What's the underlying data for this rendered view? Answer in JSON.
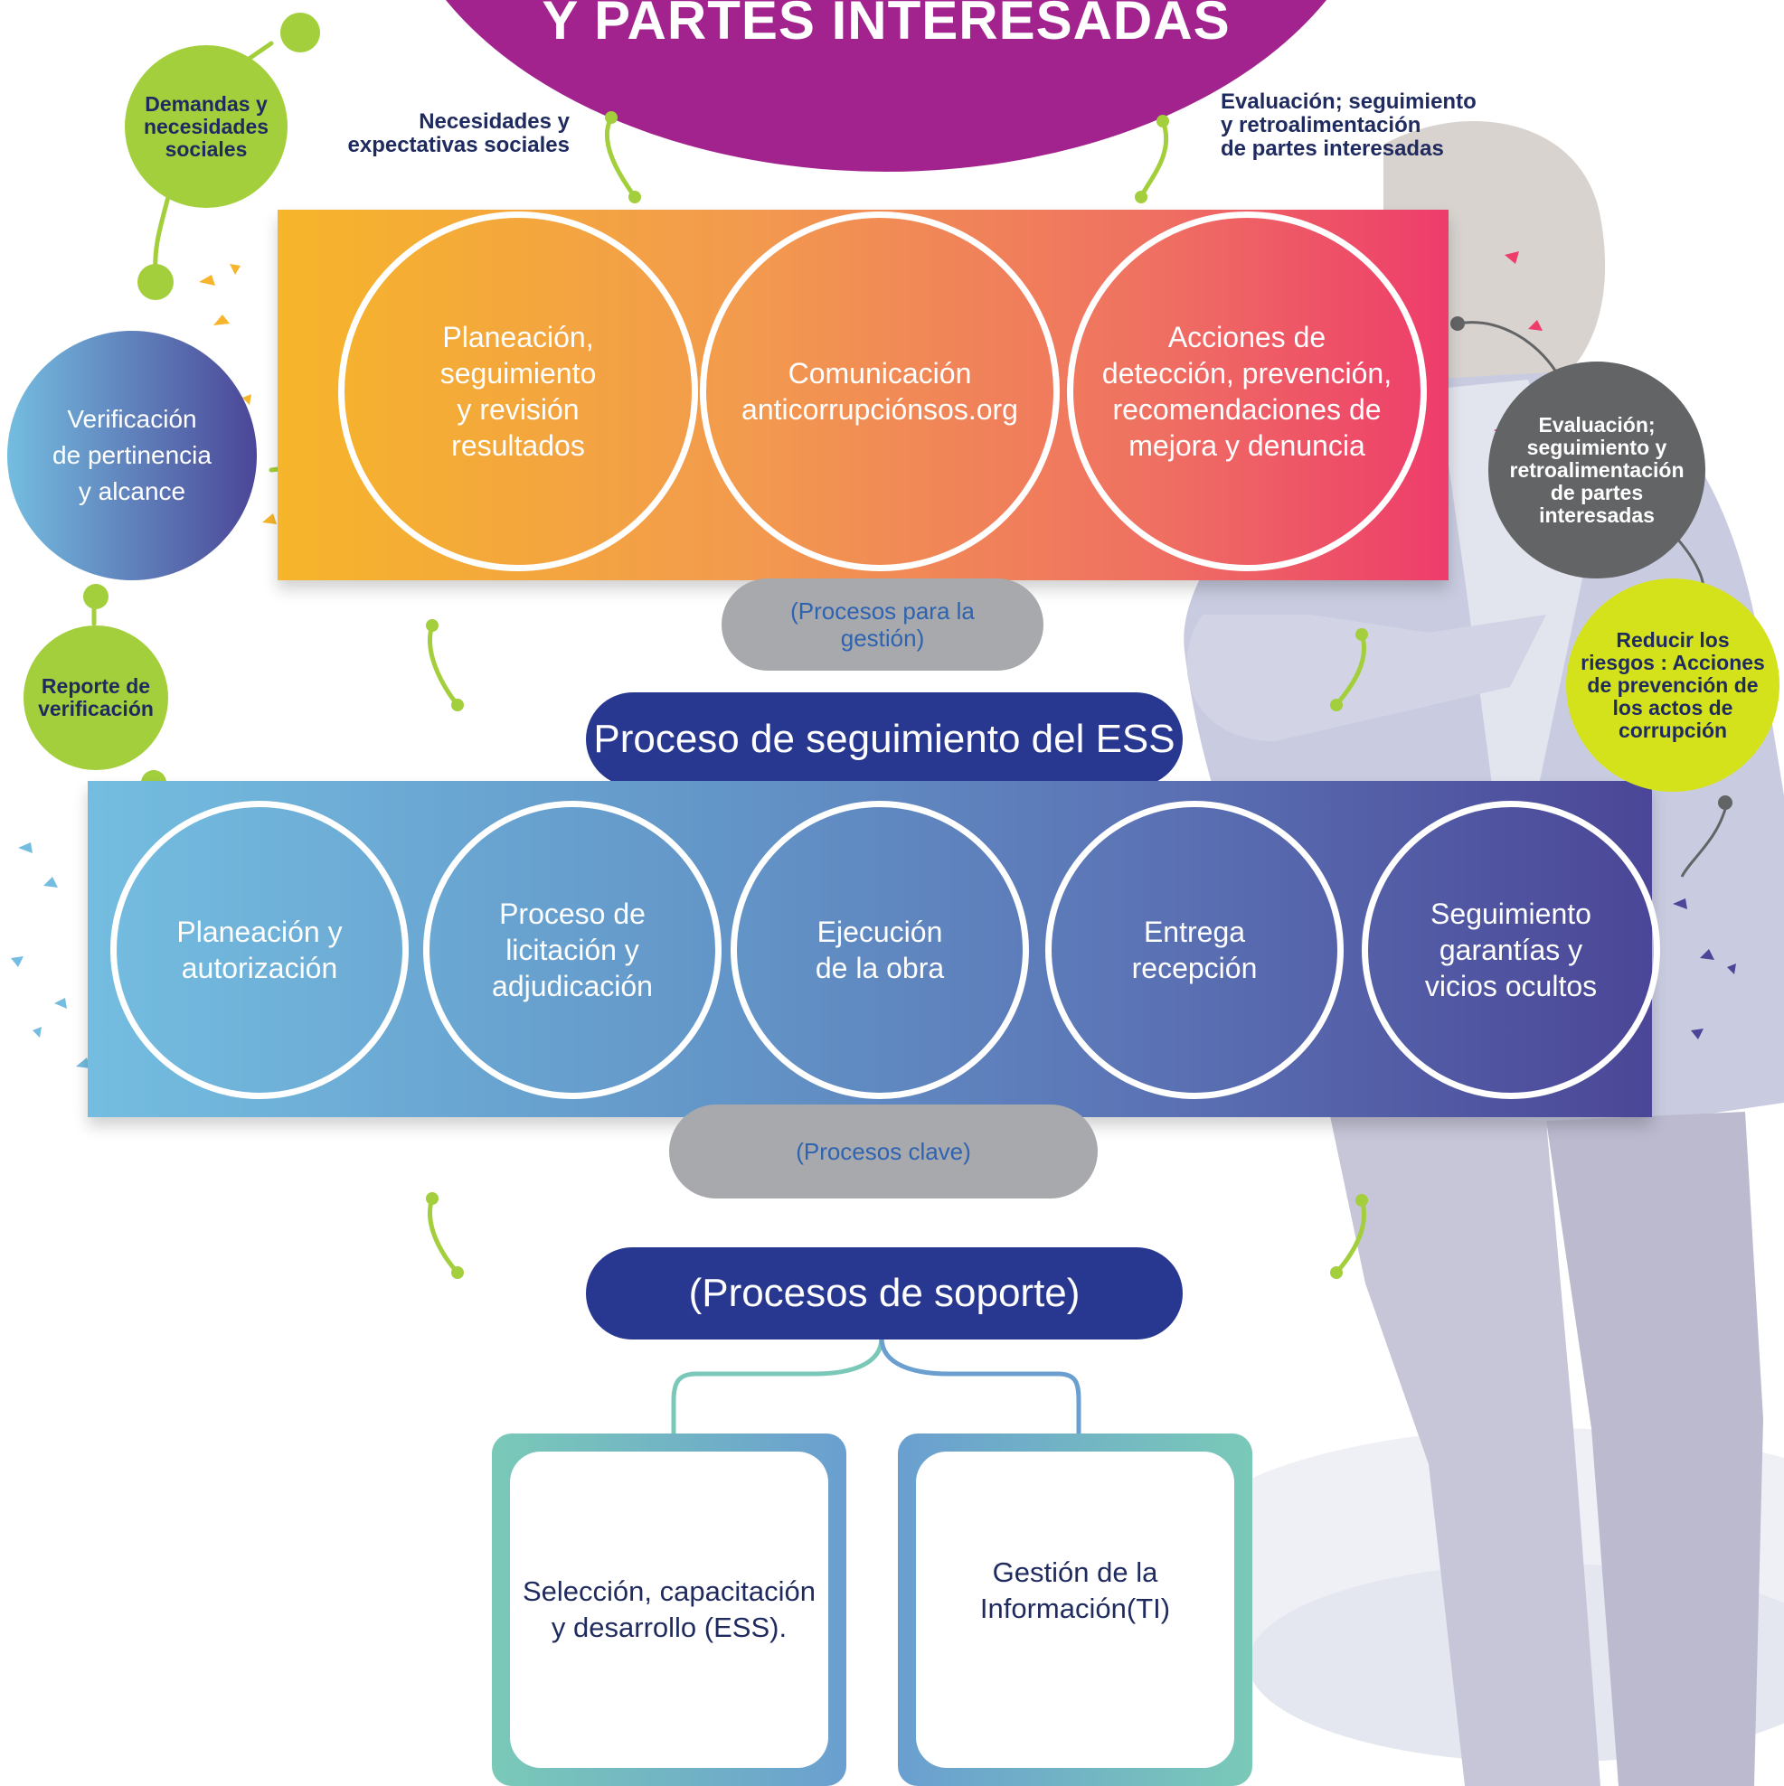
{
  "title": "Y PARTES INTERESADAS",
  "notes": {
    "necesidades": [
      "Necesidades y",
      "expectativas sociales"
    ],
    "evaluacion_top": [
      "Evaluación; seguimiento",
      "y retroalimentación",
      "de partes interesadas"
    ]
  },
  "bubbles": {
    "demandas": [
      "Demandas y",
      "necesidades",
      "sociales"
    ],
    "verificacion": [
      "Verificación",
      "de pertinencia",
      "y  alcance"
    ],
    "reporte": [
      "Reporte de",
      "verificación"
    ],
    "evaluacion": [
      "Evaluación;",
      "seguimiento y",
      "retroalimentación",
      "de partes",
      "interesadas"
    ],
    "reducir": [
      "Reducir los",
      "riesgos : Acciones",
      "de prevención de",
      "los actos de",
      "corrupción"
    ]
  },
  "gestion": {
    "circles": [
      [
        "Planeación,",
        "seguimiento",
        "y revisión",
        "resultados"
      ],
      [
        "Comunicación",
        "anticorrupciónsos.org"
      ],
      [
        "Acciones de",
        "detección, prevención,",
        "recomendaciones de",
        "mejora y denuncia"
      ]
    ],
    "label": [
      "(Procesos para la",
      "gestión)"
    ]
  },
  "seguimiento_title": "Proceso de seguimiento del ESS",
  "clave": {
    "circles": [
      [
        "Planeación y",
        "autorización"
      ],
      [
        "Proceso de",
        "licitación y",
        "adjudicación"
      ],
      [
        "Ejecución",
        "de la obra"
      ],
      [
        "Entrega",
        "recepción"
      ],
      [
        "Seguimiento",
        "garantías y",
        "vicios ocultos"
      ]
    ],
    "label": "(Procesos clave)"
  },
  "soporte_title": "(Procesos de soporte)",
  "soporte": [
    [
      "Selección, capacitación",
      "y desarrollo (ESS)."
    ],
    [
      "Gestión de la",
      "Información(TI)"
    ]
  ],
  "colors": {
    "title_purple": "#a3238e",
    "navy": "#283891",
    "lime": "#a3cf3d",
    "yellow_lime": "#d4e21c",
    "grey": "#a7a9ac",
    "dark_grey": "#636466"
  }
}
